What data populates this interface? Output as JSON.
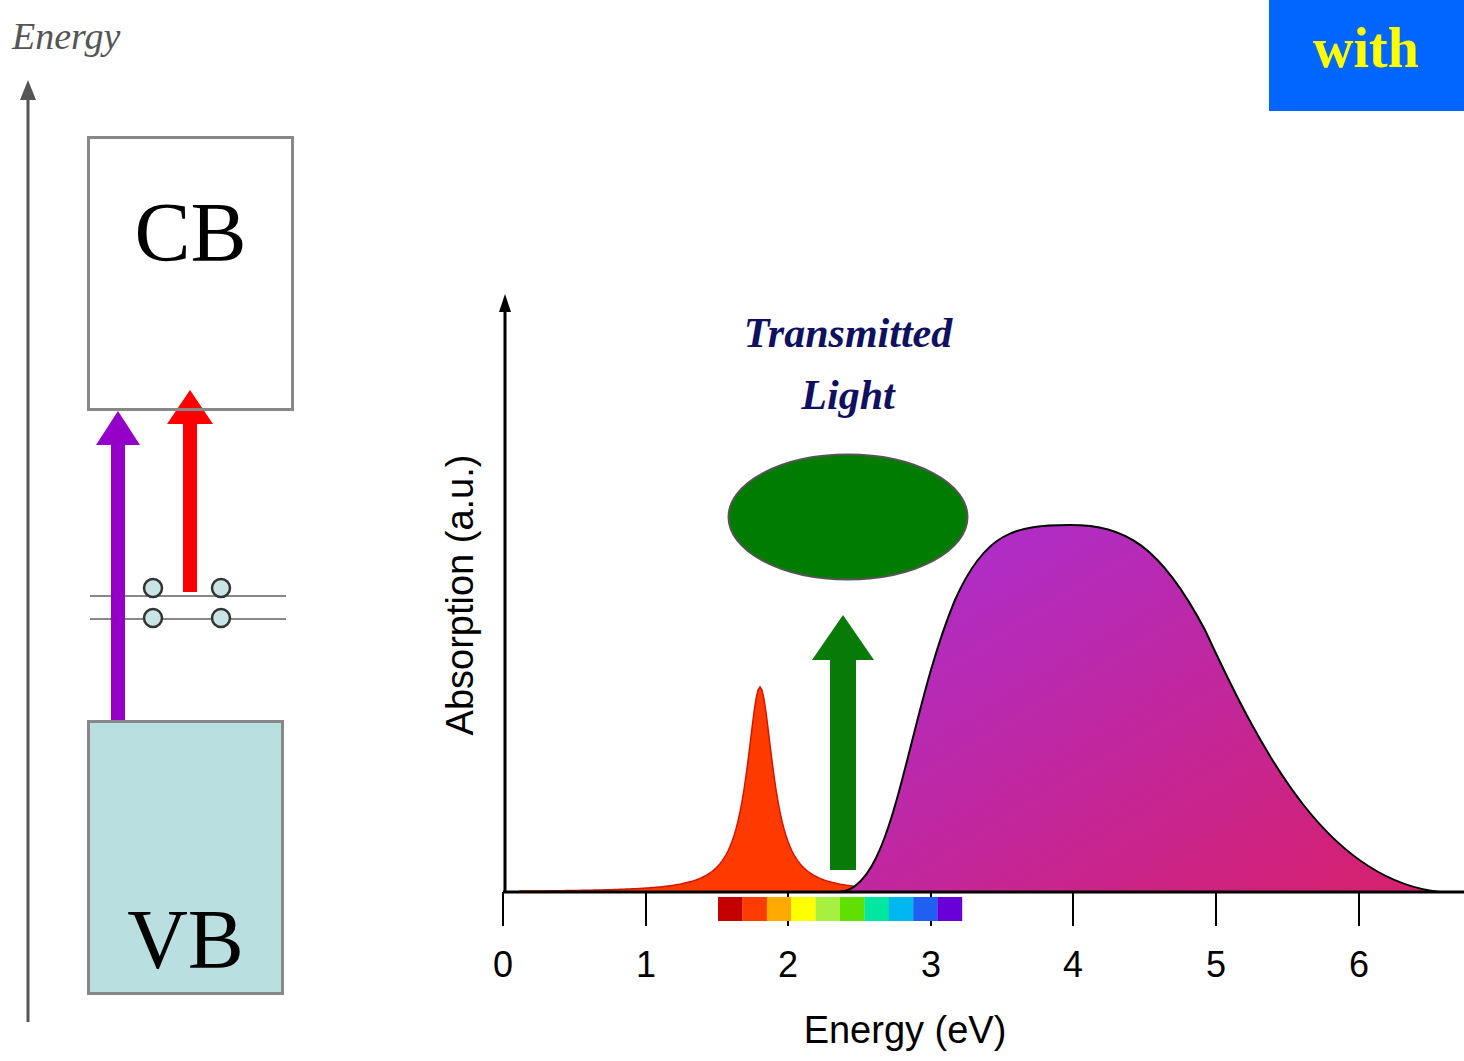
{
  "diagram": {
    "nodes": [
      {
        "text": [
          "with"
        ]
      },
      {
        "text": [
          "CB"
        ]
      },
      {
        "text": [
          "Transmitted Light"
        ]
      },
      {
        "text": [
          "VB"
        ]
      }
    ],
    "edges": [
      {
        "from": 3,
        "to": 1,
        "arrow": "to"
      }
    ],
    "labels": [
      "Energy",
      "Absorption (a.u.)",
      "0",
      "1",
      "2",
      "3",
      "4",
      "5",
      "6",
      "Energy (eV)"
    ]
  }
}
